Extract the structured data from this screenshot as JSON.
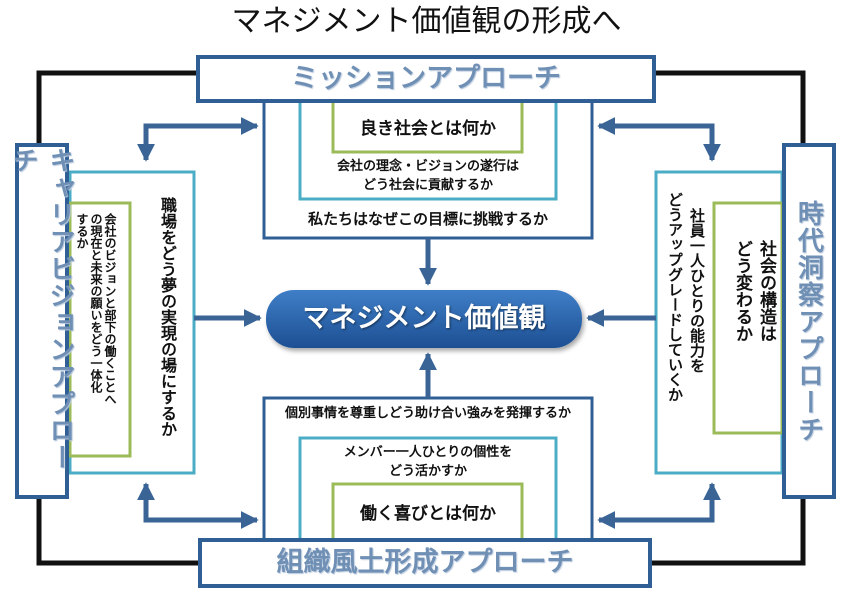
{
  "title": "マネジメント価値観の形成へ",
  "center": {
    "label": "マネジメント価値観"
  },
  "mission": {
    "label": "ミッションアプローチ",
    "inner": "良き社会とは何か",
    "middle": "会社の理念・ビジョンの遂行は\nどう社会に貢献するか",
    "outer": "私たちはなぜこの目標に挑戦するか"
  },
  "culture": {
    "label": "組織風土形成アプローチ",
    "outer": "個別事情を尊重しどう助け合い強みを発揮するか",
    "middle": "メンバー一人ひとりの個性を\nどう活かすか",
    "inner": "働く喜びとは何か"
  },
  "career": {
    "label": "キャリアビジョンアプローチ",
    "outer": "職場をどう夢の実現の場にするか",
    "inner_col1": "会社のビジョンと部下の働くことへ",
    "inner_col2": "の現在と未来の願いをどう一体化",
    "inner_col3": "するか"
  },
  "insight": {
    "label": "時代洞察アプローチ",
    "outer_col1": "社員一人ひとりの能力を",
    "outer_col2": "どうアップグレードしていくか",
    "inner_col1": "社会の構造は",
    "inner_col2": "どう変わるか"
  },
  "colors": {
    "dark_blue": "#2f5f95",
    "label_text": "#6f8fb4",
    "teal": "#4bacc6",
    "green": "#9bbb59",
    "arrow": "#3b6496",
    "frame": "#111111"
  }
}
